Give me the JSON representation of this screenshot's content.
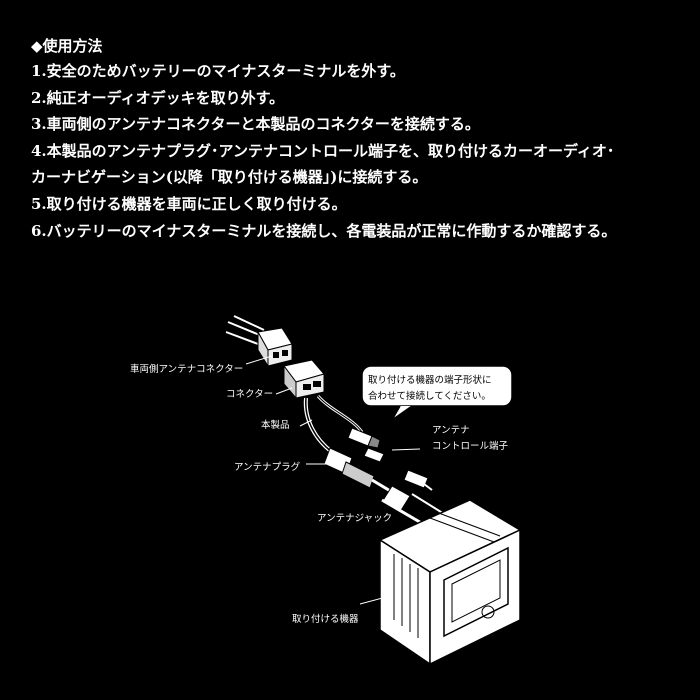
{
  "heading": "◆使用方法",
  "steps": [
    "1.安全のためバッテリーのマイナスターミナルを外す。",
    "2.純正オーディオデッキを取り外す。",
    "3.車両側のアンテナコネクターと本製品のコネクターを接続する。",
    "4.本製品のアンテナプラグ･アンテナコントロール端子を、取り付けるカーオーディオ･",
    "カーナビゲーション(以降「取り付ける機器」)に接続する。",
    "5.取り付ける機器を車両に正しく取り付ける。",
    "6.バッテリーのマイナスターミナルを接続し、各電装品が正常に作動するか確認する。"
  ],
  "diagram": {
    "labels": {
      "vehicle_connector": "車両側アンテナコネクター",
      "connector": "コネクター",
      "product": "本製品",
      "antenna_plug": "アンテナプラグ",
      "antenna_control_line1": "アンテナ",
      "antenna_control_line2": "コントロール端子",
      "antenna_jack": "アンテナジャック",
      "device": "取り付ける機器"
    },
    "callout": {
      "line1": "取り付ける機器の端子形状に",
      "line2": "合わせて接続してください。"
    }
  }
}
